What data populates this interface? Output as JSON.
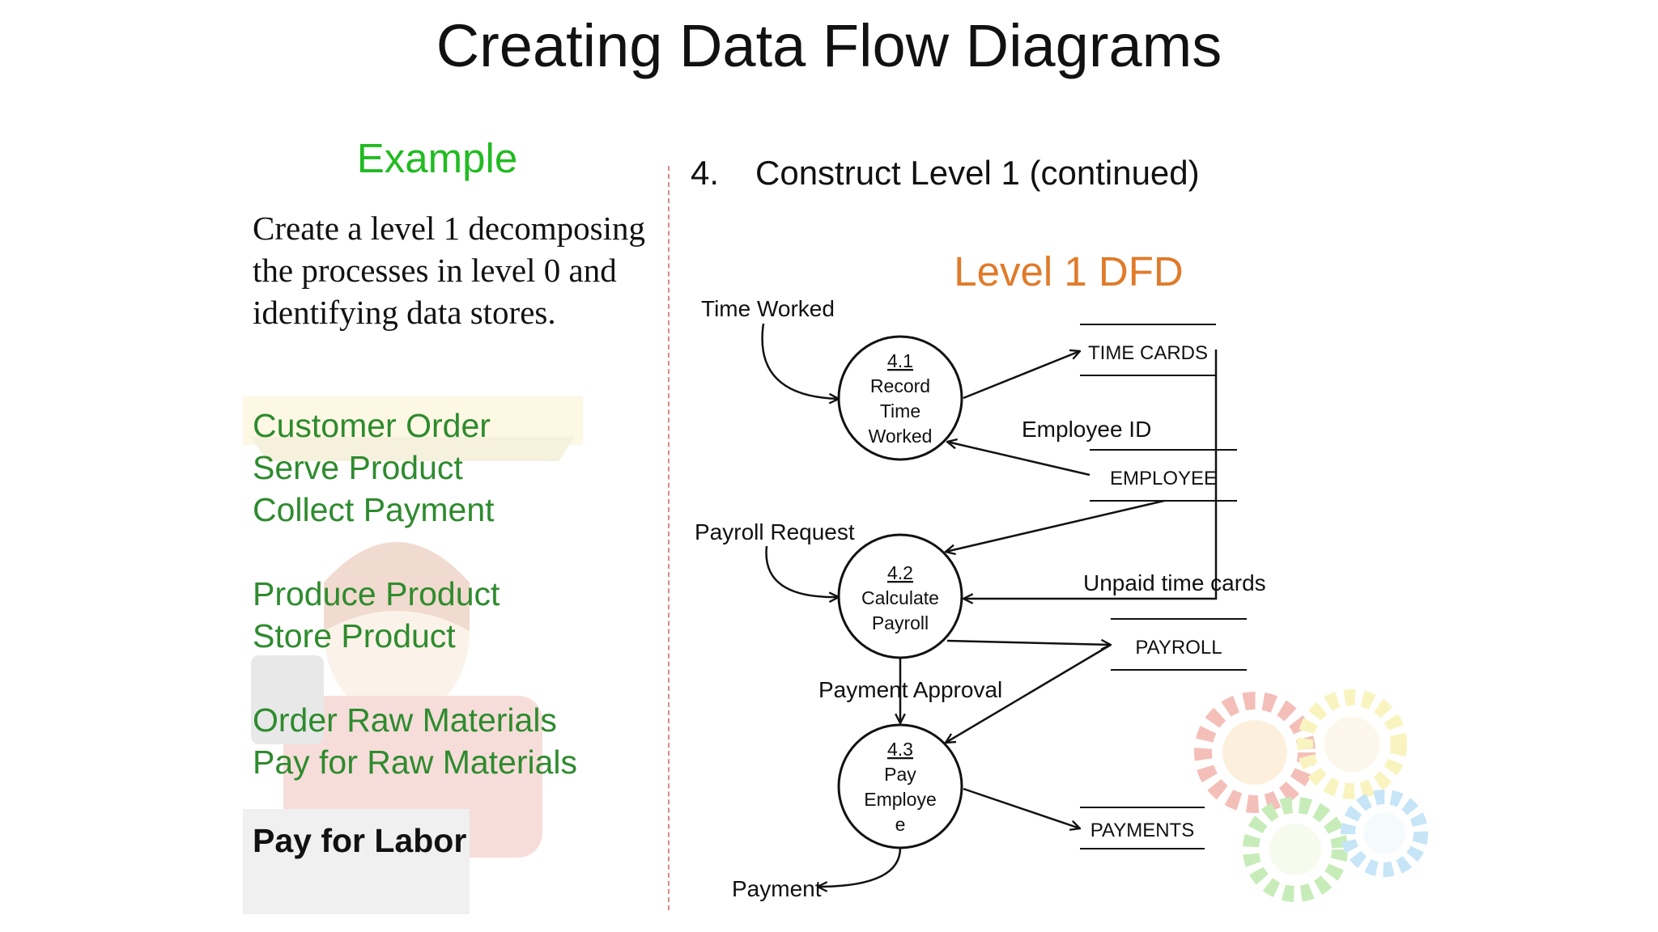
{
  "title": "Creating Data Flow Diagrams",
  "left": {
    "heading": "Example",
    "intro": "Create a level 1 decomposing the processes in level 0 and identifying data stores.",
    "process_groups": [
      [
        "Customer Order",
        "Serve Product",
        "Collect Payment"
      ],
      [
        "Produce Product",
        "Store Product"
      ],
      [
        "Order Raw Materials",
        "Pay for Raw Materials"
      ]
    ],
    "highlight": "Pay for Labor"
  },
  "right": {
    "step_number": "4.",
    "step_text": "Construct Level 1 (continued)",
    "diagram_title": "Level 1 DFD"
  },
  "dfd": {
    "processes": [
      {
        "id": "4.1",
        "lines": [
          "Record",
          "Time",
          "Worked"
        ]
      },
      {
        "id": "4.2",
        "lines": [
          "Calculate",
          "Payroll"
        ]
      },
      {
        "id": "4.3",
        "lines": [
          "Pay",
          "Employe",
          "e"
        ]
      }
    ],
    "stores": [
      "TIME CARDS",
      "EMPLOYEE",
      "PAYROLL",
      "PAYMENTS"
    ],
    "flows": [
      "Time Worked",
      "Employee ID",
      "Payroll Request",
      "Unpaid time cards",
      "Payment Approval",
      "Payment"
    ]
  },
  "colors": {
    "heading_green": "#22bb22",
    "process_green": "#2e8b2e",
    "dfd_title_orange": "#e07b2a",
    "divider": "#d98b8b"
  }
}
